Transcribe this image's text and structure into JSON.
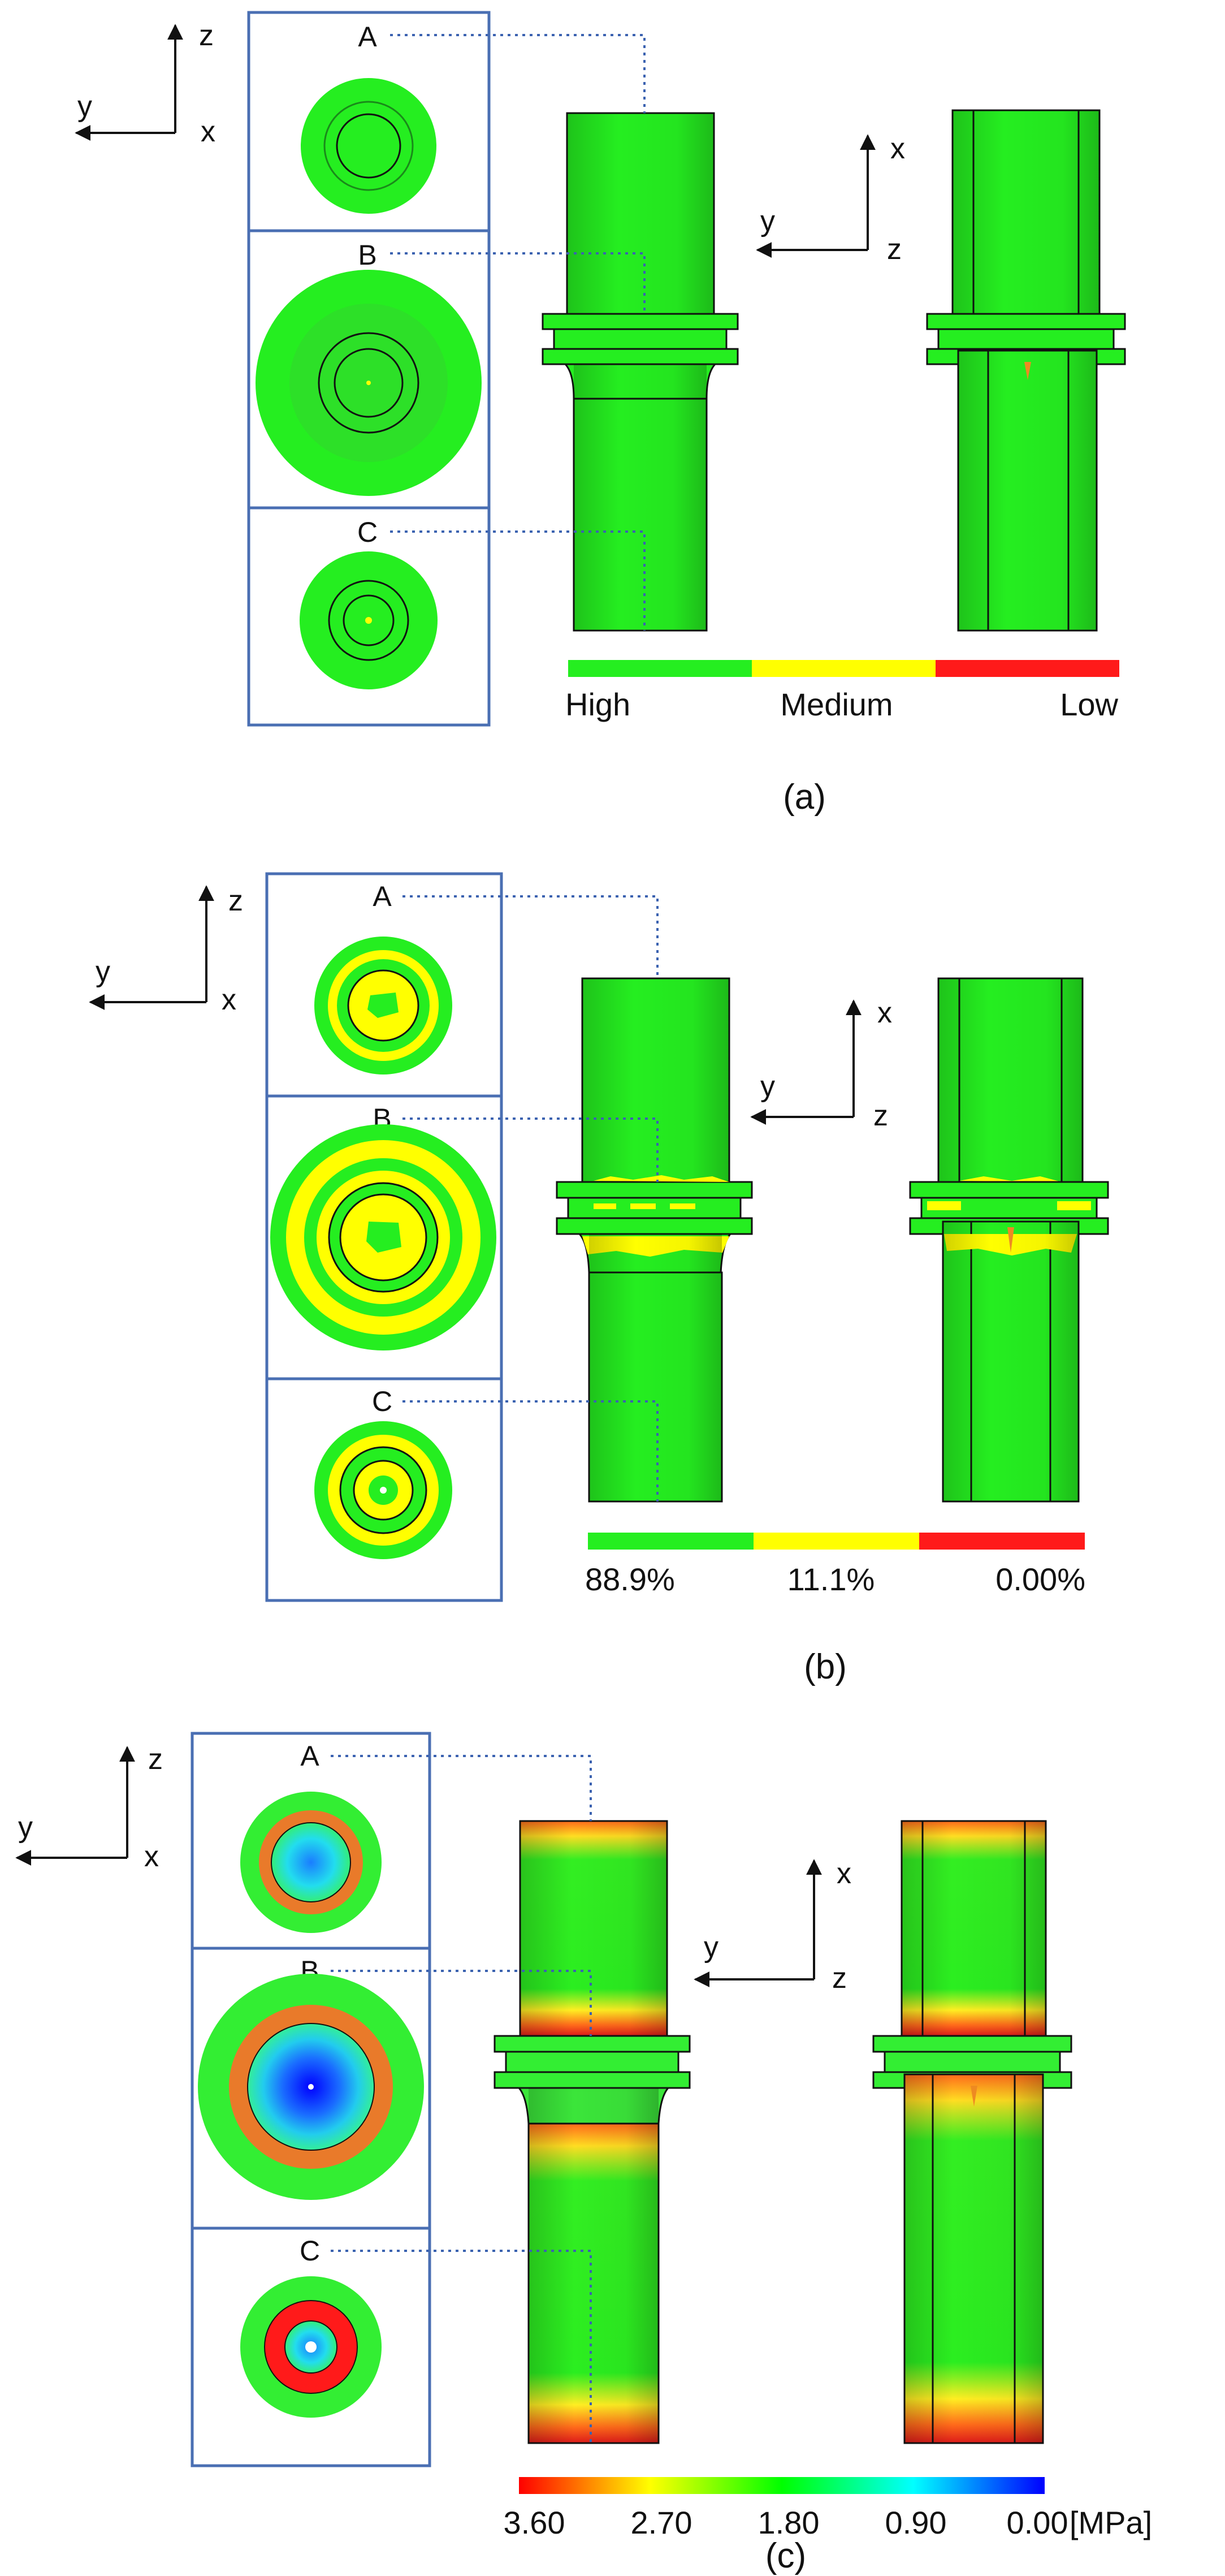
{
  "colors": {
    "green": "#25ee20",
    "yellow": "#ffff00",
    "red": "#ff1a1a",
    "orange": "#ee7a2a",
    "cyan": "#00ffff",
    "blue": "#0000ff",
    "box_border": "#4a6fb3",
    "leader_line": "#3b62b0",
    "outline": "#111111"
  },
  "panels": [
    {
      "id": "a",
      "caption": "(a)",
      "section_labels": [
        "A",
        "B",
        "C"
      ],
      "axes_left": {
        "vertical": "z",
        "horizontal": "y",
        "normal": "x"
      },
      "axes_right": {
        "vertical": "x",
        "horizontal": "y",
        "normal": "z"
      },
      "legend": {
        "type": "qualitative",
        "labels": [
          "High",
          "Medium",
          "Low"
        ],
        "colors": [
          "#25ee20",
          "#ffff00",
          "#ff1a1a"
        ]
      }
    },
    {
      "id": "b",
      "caption": "(b)",
      "section_labels": [
        "A",
        "B",
        "C"
      ],
      "axes_left": {
        "vertical": "z",
        "horizontal": "y",
        "normal": "x"
      },
      "axes_right": {
        "vertical": "x",
        "horizontal": "y",
        "normal": "z"
      },
      "legend": {
        "type": "percentages",
        "labels": [
          "88.9%",
          "11.1%",
          "0.00%"
        ],
        "colors": [
          "#25ee20",
          "#ffff00",
          "#ff1a1a"
        ]
      }
    },
    {
      "id": "c",
      "caption": "(c)",
      "section_labels": [
        "A",
        "B",
        "C"
      ],
      "axes_left": {
        "vertical": "z",
        "horizontal": "y",
        "normal": "x"
      },
      "axes_right": {
        "vertical": "x",
        "horizontal": "y",
        "normal": "z"
      },
      "legend": {
        "type": "continuous",
        "labels": [
          "3.60",
          "2.70",
          "1.80",
          "0.90",
          "0.00"
        ],
        "unit": "[MPa]",
        "colors": [
          "#ff0000",
          "#ffff00",
          "#00ff00",
          "#00ffff",
          "#0000ff"
        ]
      }
    }
  ]
}
